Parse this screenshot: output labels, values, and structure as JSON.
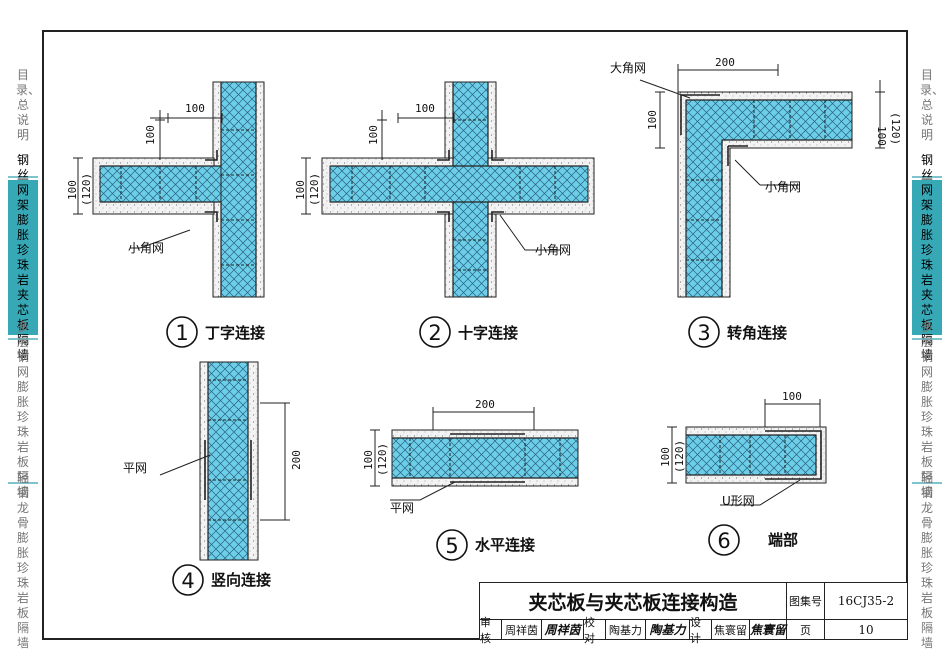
{
  "sidebar_left": [
    {
      "label": "目录、总说明",
      "active": false
    },
    {
      "label": "钢丝网架膨胀珍珠岩夹芯板隔墙",
      "active": true
    },
    {
      "label": "多层钢网膨胀珍珠岩板隔墙",
      "active": false
    },
    {
      "label": "轻钢龙骨膨胀珍珠岩板隔墙",
      "active": false
    }
  ],
  "sidebar_right": [
    {
      "label": "目录、总说明",
      "active": false
    },
    {
      "label": "钢丝网架膨胀珍珠岩夹芯板隔墙",
      "active": true
    },
    {
      "label": "多层钢网膨胀珍珠岩板隔墙",
      "active": false
    },
    {
      "label": "轻钢龙骨膨胀珍珠岩板隔墙",
      "active": false
    }
  ],
  "details": [
    {
      "num": "1",
      "title": "丁字连接",
      "dims": [
        "100",
        "100",
        "100",
        "(120)"
      ],
      "note": "小角网"
    },
    {
      "num": "2",
      "title": "十字连接",
      "dims": [
        "100",
        "100",
        "100",
        "(120)"
      ],
      "note": "小角网"
    },
    {
      "num": "3",
      "title": "转角连接",
      "dims": [
        "200",
        "100",
        "100",
        "(120)"
      ],
      "note_large": "大角网",
      "note_small": "小角网"
    },
    {
      "num": "4",
      "title": "竖向连接",
      "dims": [
        "200"
      ],
      "note": "平网"
    },
    {
      "num": "5",
      "title": "水平连接",
      "dims": [
        "200",
        "100",
        "(120)"
      ],
      "note": "平网"
    },
    {
      "num": "6",
      "title": "端部",
      "dims": [
        "100",
        "100",
        "(120)"
      ],
      "note": "U形网"
    }
  ],
  "title_block": {
    "title": "夹芯板与夹芯板连接构造",
    "atlas_label": "图集号",
    "atlas_no": "16CJ35-2",
    "page_label": "页",
    "page_no": "10",
    "review_label": "审核",
    "review_name": "周祥茵",
    "check_label": "校对",
    "check_name": "陶基力",
    "design_label": "设计",
    "design_name": "焦寰留"
  },
  "colors": {
    "panel": "#6ccfe6",
    "accent": "#37a8b6",
    "line": "#222222"
  }
}
